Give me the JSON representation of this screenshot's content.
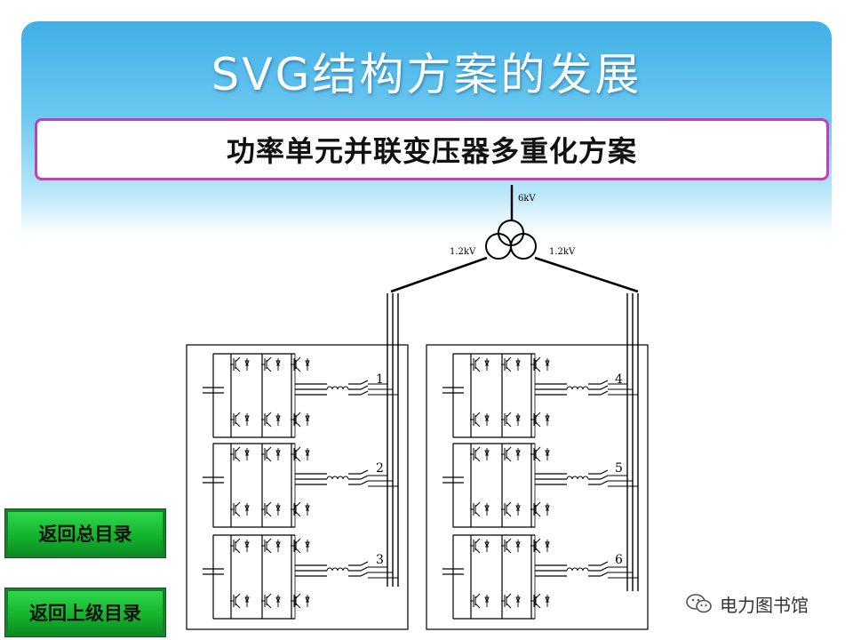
{
  "slide": {
    "title": "SVG结构方案的发展",
    "subtitle": "功率单元并联变压器多重化方案"
  },
  "diagram": {
    "source_voltage": "6kV",
    "winding_left_voltage": "1.2kV",
    "winding_right_voltage": "1.2kV",
    "unit_labels": [
      "1",
      "2",
      "3",
      "4",
      "5",
      "6"
    ]
  },
  "nav": {
    "back_to_main": "返回总目录",
    "back_to_parent": "返回上级目录"
  },
  "watermark": {
    "text": "电力图书馆",
    "icon": "wechat-icon"
  },
  "colors": {
    "banner_blue": "#3fb0e6",
    "subtitle_border": "#c23fb8",
    "button_green": "#14b52e"
  }
}
